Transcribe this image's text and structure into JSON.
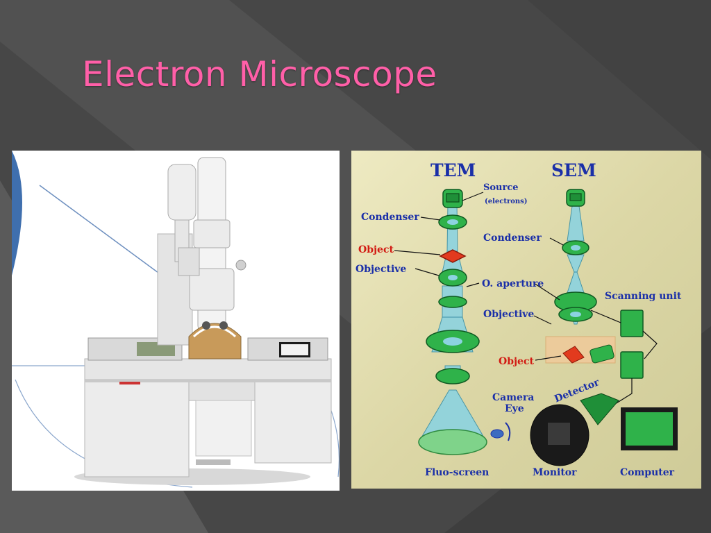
{
  "slide": {
    "title": "Electron Microscope"
  },
  "photo": {
    "description": "Photo of a transmission electron microscope instrument"
  },
  "diagram": {
    "tem_title": "TEM",
    "sem_title": "SEM",
    "labels": {
      "source": "Source",
      "source_sub": "(electrons)",
      "tem_condenser": "Condenser",
      "tem_object": "Object",
      "tem_objective": "Objective",
      "o_aperture": "O. aperture",
      "objective": "Objective",
      "sem_condenser": "Condenser",
      "scanning_unit": "Scanning unit",
      "sem_object": "Object",
      "detector": "Detector",
      "camera": "Camera",
      "eye": "Eye",
      "fluo_screen": "Fluo-screen",
      "monitor": "Monitor",
      "computer": "Computer"
    }
  },
  "colors": {
    "background": "#4a4a4a",
    "title": "#ff5fa8",
    "label_blue": "#1a2fa8",
    "label_red": "#d21a12",
    "lens_green": "#2fb24a",
    "beam_blue": "#8cd3e0"
  }
}
